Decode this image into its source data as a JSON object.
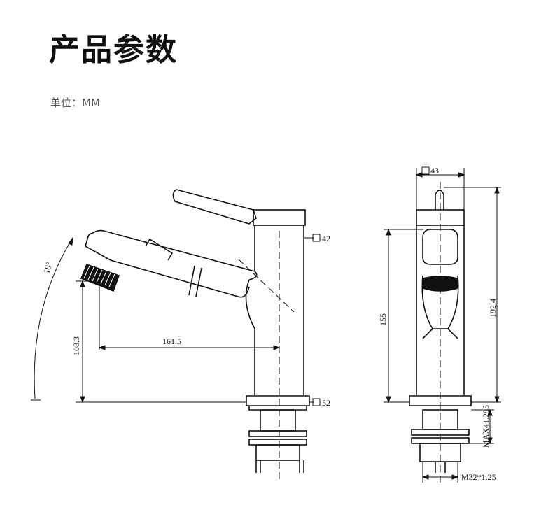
{
  "header": {
    "title": "产品参数",
    "unit_label": "单位：MM"
  },
  "side_view": {
    "angle": "18°",
    "body_width": "42",
    "base_width": "52",
    "spout_reach": "161.5",
    "spout_height": "108.3"
  },
  "front_view": {
    "top_width": "43",
    "body_height": "155",
    "total_height": "192.4",
    "max_thickness": "MAX41.295",
    "thread": "M32*1.25"
  },
  "colors": {
    "line": "#111111",
    "background": "#ffffff"
  }
}
